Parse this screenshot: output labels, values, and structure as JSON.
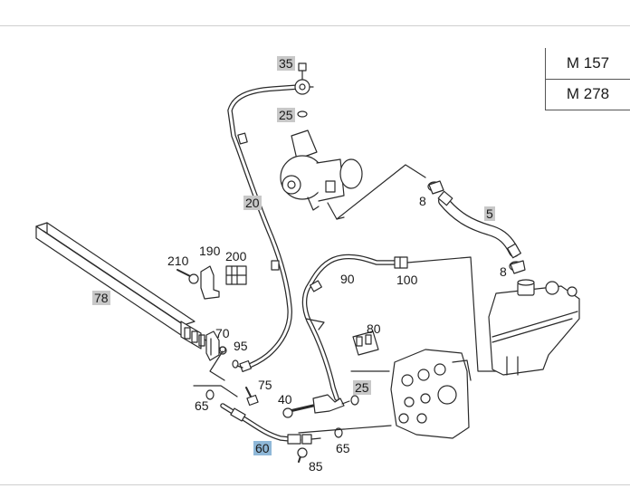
{
  "models": [
    "M 157",
    "M 278"
  ],
  "callouts": {
    "c35": "35",
    "c25a": "25",
    "c20": "20",
    "c8a": "8",
    "c5": "5",
    "c8b": "8",
    "c210": "210",
    "c190": "190",
    "c200": "200",
    "c78": "78",
    "c90": "90",
    "c100": "100",
    "c80": "80",
    "c70": "70",
    "c95": "95",
    "c75": "75",
    "c25b": "25",
    "c40": "40",
    "c65a": "65",
    "c60": "60",
    "c65b": "65",
    "c85": "85"
  },
  "colors": {
    "line": "#2a2a2a",
    "highlight_gray": "#c8c8c8",
    "highlight_blue": "#8fb8d8"
  }
}
